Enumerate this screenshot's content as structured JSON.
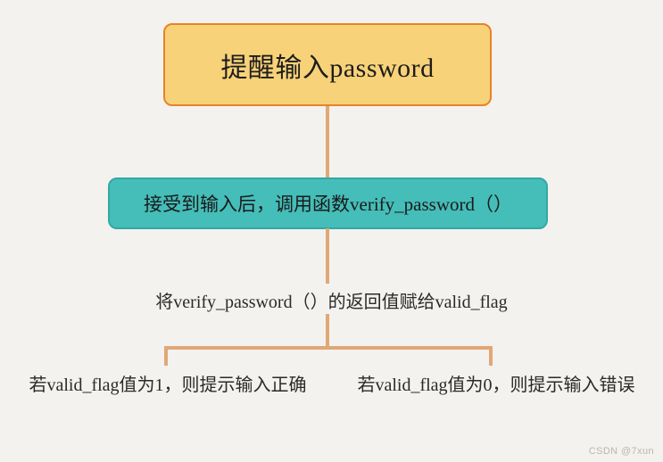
{
  "diagram": {
    "title": "password verification flow",
    "background_color": "#f4f2ee",
    "connector_color": "#e0a877",
    "nodes": [
      {
        "id": "start",
        "label": "提醒输入password",
        "fill": "#f8d278",
        "border": "#e8822a"
      },
      {
        "id": "call",
        "label": "接受到输入后，调用函数verify_password（）",
        "fill": "#45bdb8",
        "border": "#34a8a4"
      }
    ],
    "labels": [
      {
        "id": "assign",
        "text": "将verify_password（）的返回值赋给valid_flag"
      },
      {
        "id": "branch_true",
        "text": "若valid_flag值为1，则提示输入正确"
      },
      {
        "id": "branch_false",
        "text": "若valid_flag值为0，则提示输入错误"
      }
    ]
  },
  "watermark": {
    "text": "CSDN @7xun"
  }
}
